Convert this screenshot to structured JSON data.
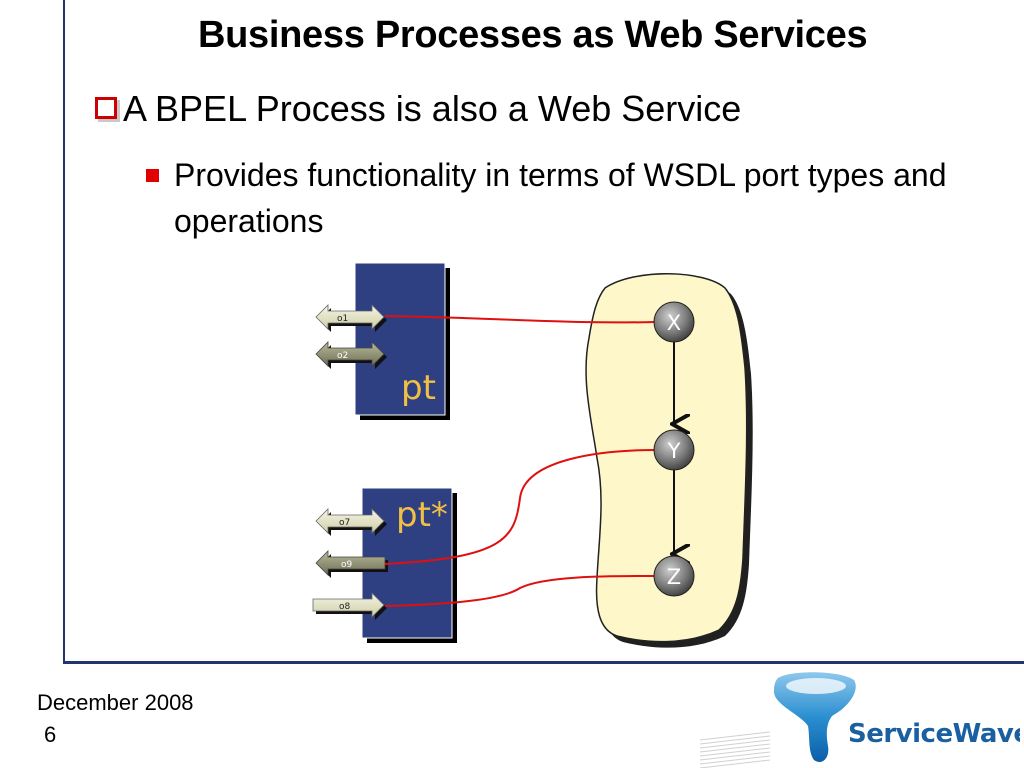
{
  "slide": {
    "title": "Business Processes as Web Services",
    "bullet_level1": "A BPEL Process is also a Web Service",
    "bullet_level2": "Provides functionality in terms of WSDL port types and operations"
  },
  "diagram": {
    "port_type_1": {
      "label": "pt",
      "operations": [
        "o1",
        "o2"
      ]
    },
    "port_type_2": {
      "label": "pt*",
      "operations": [
        "o7",
        "o9",
        "o8"
      ]
    },
    "activities": [
      "X",
      "Y",
      "Z"
    ],
    "colors": {
      "port_box": "#2e3f82",
      "port_label": "#f2bf45",
      "process_blob": "#fdf7c9",
      "activity_node": "#666666",
      "link": "#e01010"
    }
  },
  "footer": {
    "date": "December 2008",
    "page": "6"
  },
  "logo": {
    "text": "ServiceWave"
  }
}
